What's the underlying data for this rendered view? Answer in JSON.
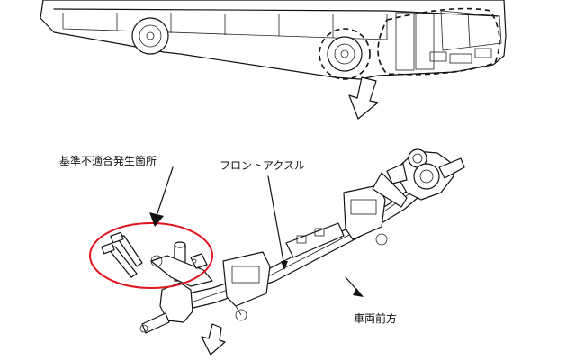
{
  "labels": {
    "defect_location": "基準不適合発生箇所",
    "front_axle": "フロントアクスル",
    "vehicle_front": "車両前方"
  },
  "colors": {
    "highlight": "#e0141e",
    "line": "#111111",
    "background": "#ffffff"
  },
  "icons": {
    "down_arrow": "down-arrow-icon",
    "direction_arrow": "direction-arrow-icon"
  }
}
